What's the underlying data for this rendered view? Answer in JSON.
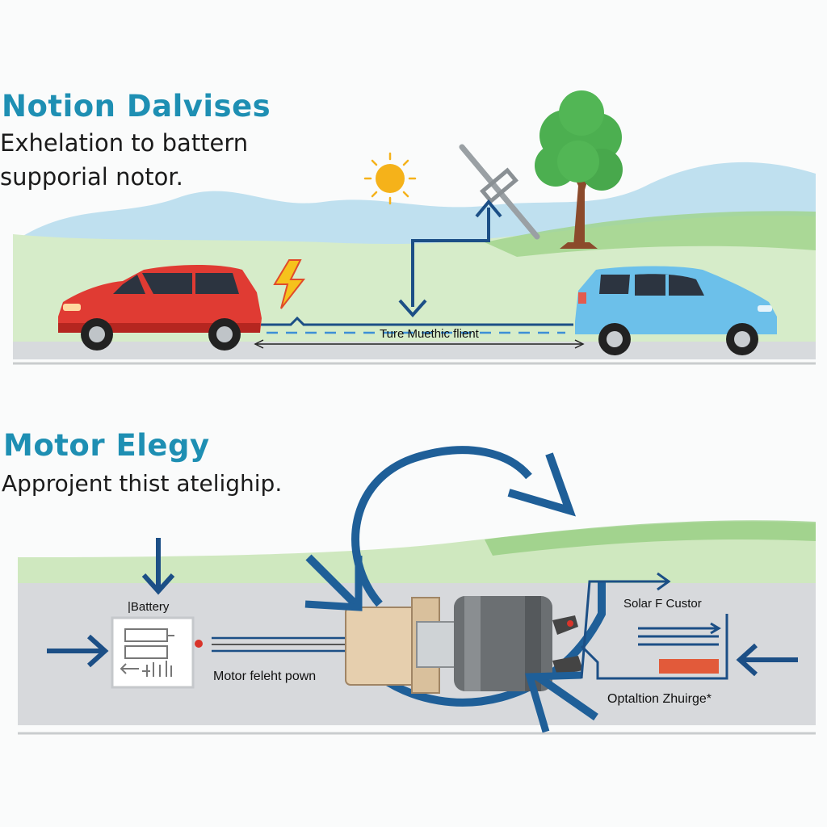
{
  "scene_top": {
    "title": "Notion Dalvises",
    "subtitle": "Exhelation to battern supporial notor.",
    "road_label": "Ture Muethic flient"
  },
  "scene_bottom": {
    "title": "Motor Elegy",
    "subtitle": "Approjent thist atelighip.",
    "battery_label": "|Battery",
    "motor_label": "Motor feleht pown",
    "solar_label": "Solar F Custor",
    "optation_label": "Optaltion Zhuirge*"
  },
  "colors": {
    "title_blue": "#1e8fb3",
    "arrow_navy": "#1c4f86",
    "red_car": "#e03b33",
    "blue_car": "#6cc0ea",
    "tree_green": "#4caf50",
    "sun": "#f5b21a"
  }
}
